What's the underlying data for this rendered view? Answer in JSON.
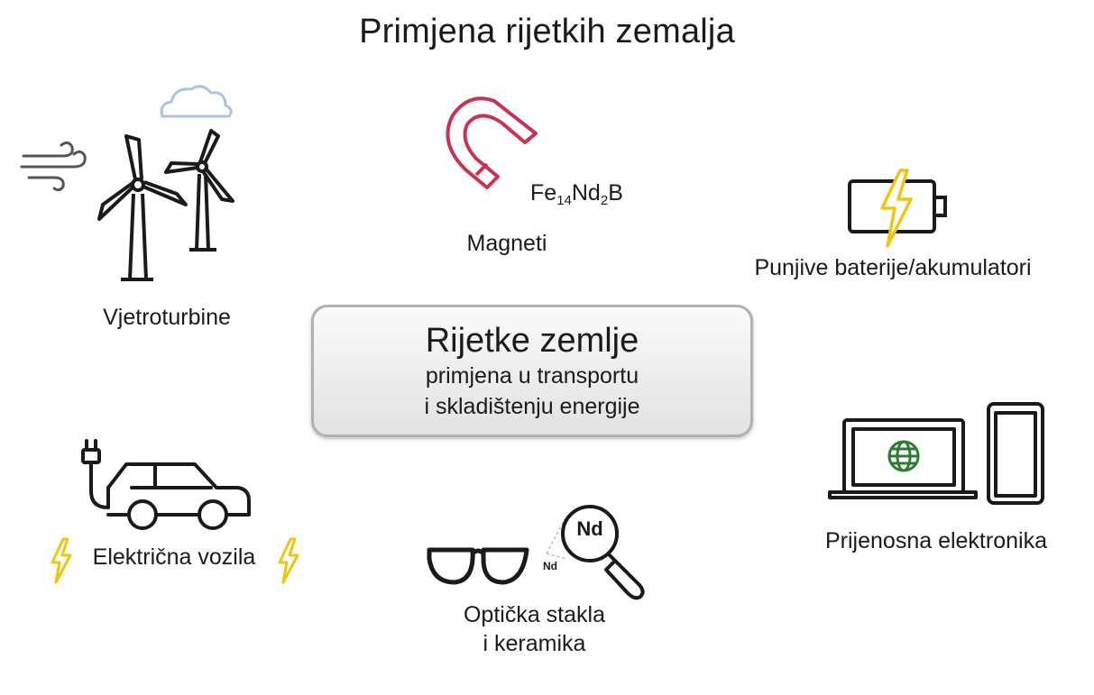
{
  "title": "Primjena rijetkih zemalja",
  "center": {
    "title": "Rijetke zemlje",
    "line1": "primjena u transportu",
    "line2": "i skladištenju energije"
  },
  "items": {
    "wind": {
      "label": "Vjetroturbine",
      "icon": "wind-turbine-icon"
    },
    "magnets": {
      "label": "Magneti",
      "icon": "horseshoe-magnet-icon",
      "formula": {
        "fe": "Fe",
        "fe_sub": "14",
        "nd": "Nd",
        "nd_sub": "2",
        "b": "B"
      }
    },
    "batteries": {
      "label": "Punjive baterije/akumulatori",
      "icon": "battery-icon"
    },
    "vehicles": {
      "label": "Električna vozila",
      "icon": "electric-car-icon"
    },
    "optics": {
      "line1": "Optička stakla",
      "line2": "i keramika",
      "icon": "glasses-icon",
      "element_large": "Nd",
      "element_small": "Nd"
    },
    "electronics": {
      "label": "Prijenosna elektronika",
      "icon": "laptop-phone-icon"
    }
  },
  "colors": {
    "magnet": "#c8344f",
    "lightning": "#f1c40f",
    "globe": "#2f7a35",
    "cloud": "#a9c4e4",
    "outline": "#1a1a1a"
  }
}
